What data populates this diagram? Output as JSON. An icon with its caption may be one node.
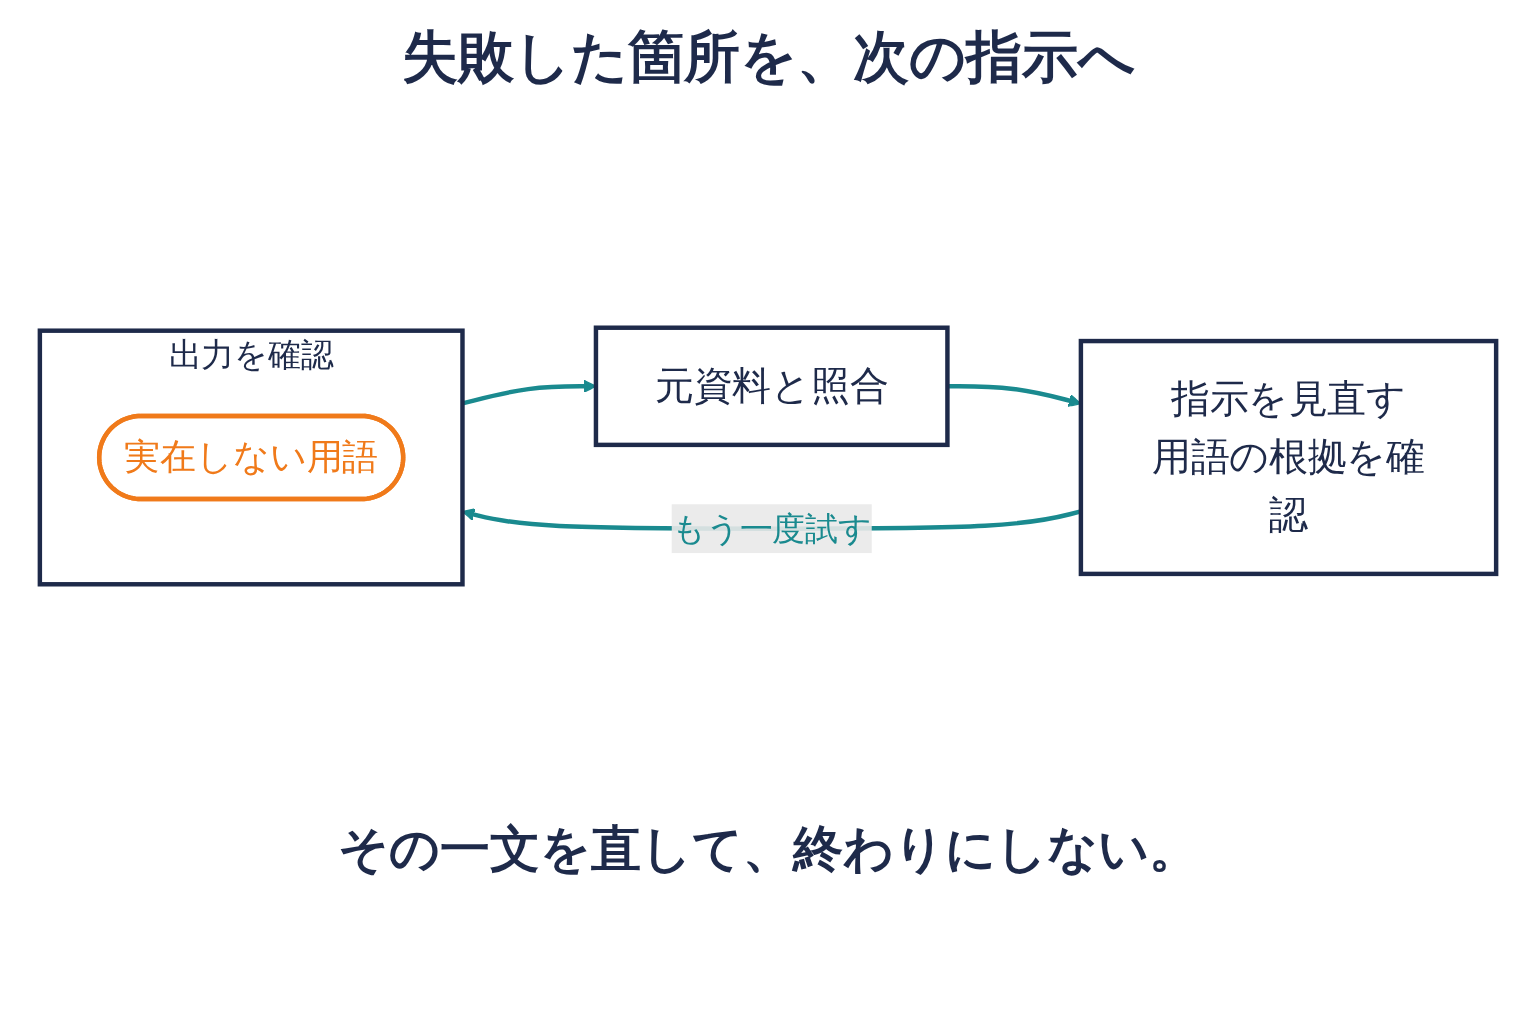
{
  "diagram": {
    "title": "失敗した箇所を、次の指示へ",
    "nodes": [
      {
        "text": [
          "出力を確認"
        ]
      },
      {
        "text": [
          "実在しない用語"
        ],
        "in": 0
      },
      {
        "text": [
          "元資料と照合"
        ]
      },
      {
        "text": [
          "指示を見直す",
          "用語の根拠を確認"
        ]
      }
    ],
    "edges": [
      {
        "from": 0,
        "to": 2,
        "arrow": "to"
      },
      {
        "from": 2,
        "to": 3,
        "arrow": "to"
      },
      {
        "from": 3,
        "to": 0,
        "arrow": "to",
        "label": "もう一度試す"
      }
    ],
    "caption": "その一文を直して、終わりにしない。"
  }
}
